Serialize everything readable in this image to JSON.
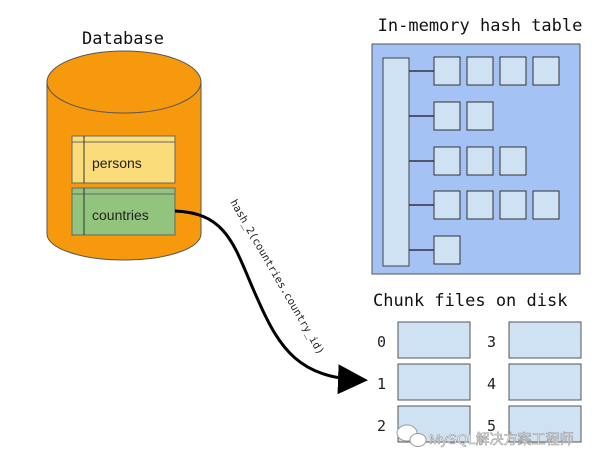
{
  "database": {
    "title": "Database",
    "tables": [
      {
        "name": "persons",
        "color": "#fbdc7a"
      },
      {
        "name": "countries",
        "color": "#92c47d"
      }
    ],
    "cylinder_color": "#f7990c"
  },
  "hash_table": {
    "title": "In-memory hash table",
    "bucket_chain_lengths": [
      4,
      2,
      3,
      4,
      1
    ],
    "panel_color": "#a4c2f4",
    "cell_color": "#cfe2f3"
  },
  "arrow": {
    "label": "hash_2(countries.country_id)",
    "target_chunk": 1
  },
  "chunks": {
    "title": "Chunk files on disk",
    "files": [
      "0",
      "1",
      "2",
      "3",
      "4",
      "5"
    ]
  },
  "watermark": {
    "text": "MySQL解决方案工程师"
  }
}
